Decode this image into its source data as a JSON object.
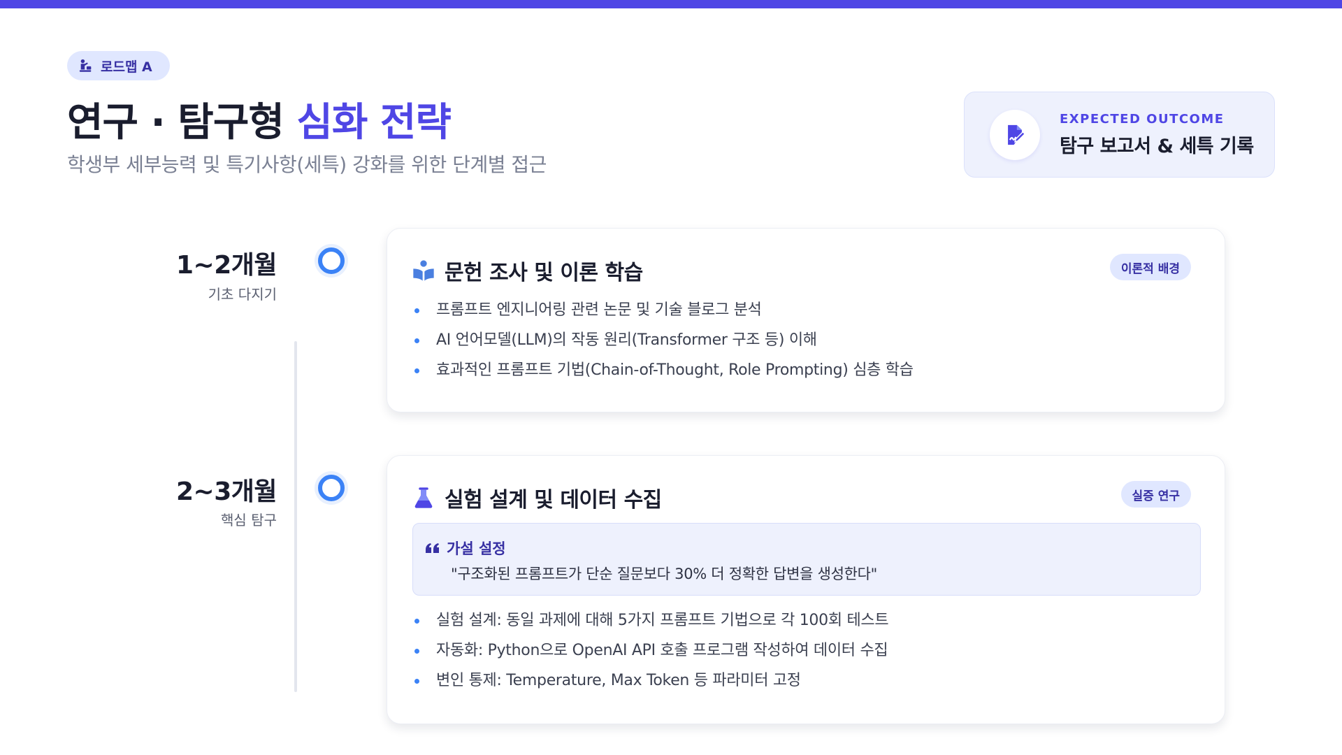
{
  "colors": {
    "accent": "#4f46e5",
    "timeline_dot": "#3b82f6",
    "badge_bg": "#e0e7ff"
  },
  "tag": {
    "icon": "presenter-icon",
    "label": "로드맵 A"
  },
  "title": {
    "main": "연구 · 탐구형",
    "accent": "심화 전략"
  },
  "subtitle": "학생부 세부능력 및 특기사항(세특) 강화를 위한 단계별 접근",
  "outcome": {
    "icon": "file-signature-icon",
    "label": "EXPECTED OUTCOME",
    "value": "탐구 보고서 & 세특 기록"
  },
  "phases": [
    {
      "period": "1~2개월",
      "stage": "기초 다지기",
      "card": {
        "icon": "book-reader-icon",
        "title": "문헌 조사 및 이론 학습",
        "badge": "이론적 배경",
        "bullets": [
          "프롬프트 엔지니어링 관련 논문 및 기술 블로그 분석",
          "AI 언어모델(LLM)의 작동 원리(Transformer 구조 등) 이해",
          "효과적인 프롬프트 기법(Chain-of-Thought, Role Prompting) 심층 학습"
        ]
      }
    },
    {
      "period": "2~3개월",
      "stage": "핵심 탐구",
      "card": {
        "icon": "flask-icon",
        "title": "실험 설계 및 데이터 수집",
        "badge": "실증 연구",
        "hypothesis": {
          "icon": "quote-icon",
          "title": "가설 설정",
          "text": "\"구조화된 프롬프트가 단순 질문보다 30% 더 정확한 답변을 생성한다\""
        },
        "bullets": [
          "실험 설계: 동일 과제에 대해 5가지 프롬프트 기법으로 각 100회 테스트",
          "자동화: Python으로 OpenAI API 호출 프로그램 작성하여 데이터 수집",
          "변인 통제: Temperature, Max Token 등 파라미터 고정"
        ]
      }
    }
  ]
}
